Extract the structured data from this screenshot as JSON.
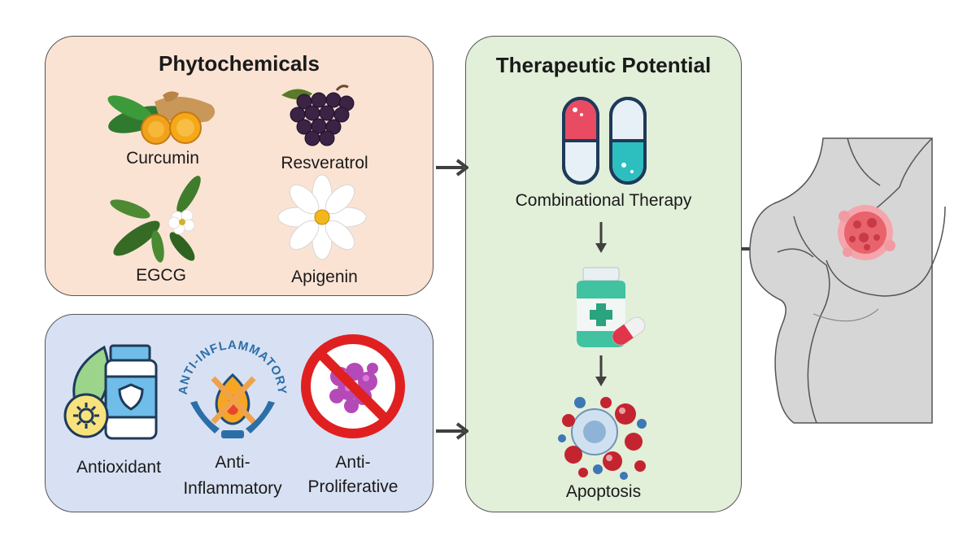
{
  "phytochemicals": {
    "title": "Phytochemicals",
    "items": [
      {
        "label": "Curcumin",
        "icon": "turmeric-icon"
      },
      {
        "label": "Resveratrol",
        "icon": "grapes-icon"
      },
      {
        "label": "EGCG",
        "icon": "tea-leaf-icon"
      },
      {
        "label": "Apigenin",
        "icon": "chamomile-flower-icon"
      }
    ]
  },
  "effects": {
    "items": [
      {
        "label": "Antioxidant",
        "icon": "antioxidant-bottle-icon"
      },
      {
        "label_line1": "Anti-",
        "label_line2": "Inflammatory",
        "icon": "anti-inflammatory-icon",
        "icon_text": "ANTI-INFLAMMATORY"
      },
      {
        "label_line1": "Anti-",
        "label_line2": "Proliferative",
        "icon": "anti-proliferative-icon"
      }
    ]
  },
  "therapy": {
    "title": "Therapeutic Potential",
    "steps": [
      {
        "label": "Combinational Therapy",
        "icon": "capsules-icon"
      },
      {
        "label": "",
        "icon": "medicine-bottle-icon"
      },
      {
        "label": "Apoptosis",
        "icon": "apoptosis-cells-icon"
      }
    ]
  },
  "target": {
    "icon": "breast-tumor-figure-icon"
  },
  "colors": {
    "phyto_bg": "#fbe3d4",
    "effects_bg": "#d8e1f3",
    "therapy_bg": "#e2efd9",
    "arrow": "#404040"
  }
}
